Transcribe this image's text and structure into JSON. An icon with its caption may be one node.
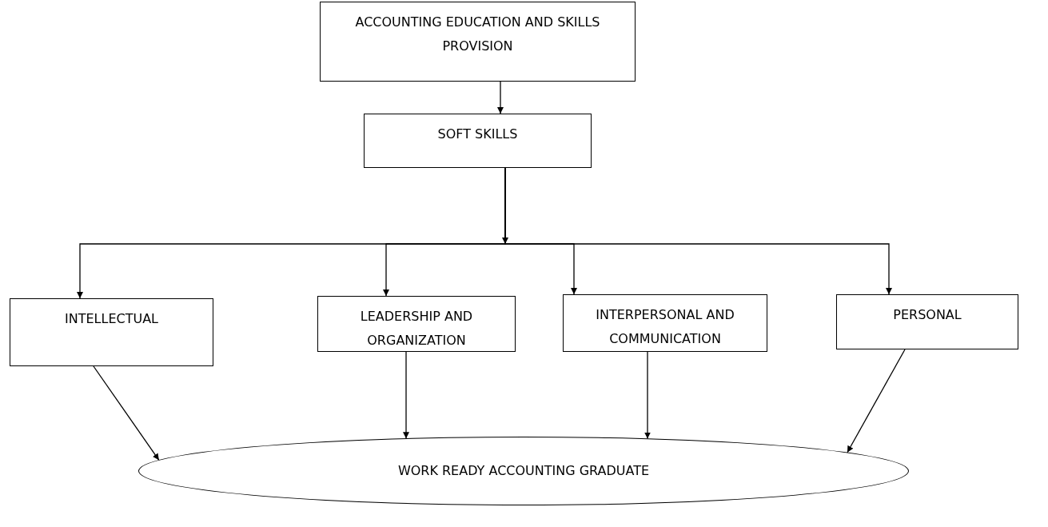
{
  "diagram": {
    "nodes": [
      {
        "text": [
          "ACCOUNTING EDUCATION AND SKILLS PROVISION"
        ]
      },
      {
        "text": [
          "SOFT SKILLS"
        ]
      },
      {
        "text": [
          "INTELLECTUAL"
        ]
      },
      {
        "text": [
          "LEADERSHIP AND ORGANIZATION"
        ]
      },
      {
        "text": [
          "INTERPERSONAL AND COMMUNICATION"
        ]
      },
      {
        "text": [
          "PERSONAL"
        ]
      },
      {
        "text": [
          "WORK READY ACCOUNTING GRADUATE"
        ]
      }
    ],
    "edges": [
      {
        "from": 0,
        "to": 1,
        "arrow": "to"
      },
      {
        "from": 1,
        "to": 2,
        "arrow": "to"
      },
      {
        "from": 1,
        "to": 3,
        "arrow": "to"
      },
      {
        "from": 1,
        "to": 4,
        "arrow": "to"
      },
      {
        "from": 1,
        "to": 5,
        "arrow": "to"
      },
      {
        "from": 2,
        "to": 6,
        "arrow": "to"
      },
      {
        "from": 3,
        "to": 6,
        "arrow": "to"
      },
      {
        "from": 4,
        "to": 6,
        "arrow": "to"
      },
      {
        "from": 5,
        "to": 6,
        "arrow": "to"
      }
    ]
  }
}
